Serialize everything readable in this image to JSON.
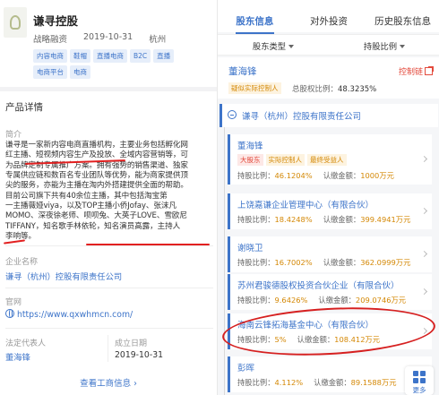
{
  "company": {
    "name": "谦寻控股",
    "round": "战略融资",
    "date": "2019-10-31",
    "city": "杭州",
    "tags": [
      "内容电商",
      "鞋帽",
      "直播电商",
      "B2C",
      "直播",
      "电商平台",
      "电商"
    ]
  },
  "details": {
    "section_title": "产品详情",
    "intro_label": "简介",
    "intro_lines": [
      "谦寻是一家新内容电商直播机构，主要业务包括孵化网",
      "红主播、短视频内容生产及投放、全域内容营销等，可",
      "为品牌定制专属推广方案。拥有强势的销售渠道、独家",
      "专属供应链和数百名专业团队等优势，能为商家提供顶",
      "尖的服务，亦能为主播在淘内外搭建提供全面的帮助。",
      "目前公司旗下共有40余位主播，其中包括淘宝第",
      "一主播薇娅viya，以及TOP主播小侨Jofay、张沫凡",
      "MOMO、深夜徐老师、呗呗兔、大英子LOVE、雪欧尼",
      "TIFFANY，知名歌手林依轮，知名演员高露，主持人",
      "李响等。"
    ],
    "company_label": "企业名称",
    "company_value": "谦寻（杭州）控股有限责任公司",
    "website_label": "官网",
    "website_value": "https://www.qxwhmcn.com/",
    "legal_rep_label": "法定代表人",
    "legal_rep_value": "董海锋",
    "founded_label": "成立日期",
    "founded_value": "2019-10-31",
    "more_link": "查看工商信息",
    "more_arrow": "›"
  },
  "right_panel": {
    "tabs": [
      "股东信息",
      "对外投资",
      "历史股东信息"
    ],
    "filters": [
      "股东类型",
      "持股比例"
    ],
    "controller": {
      "name": "董海锋",
      "link": "控制链",
      "tag": "疑似实际控制人",
      "ratio_label": "总股权比例：",
      "ratio_value": "48.3235%"
    },
    "root": "谦寻（杭州）控股有限责任公司",
    "pct_label": "持股比例：",
    "amt_label": "认缴金额：",
    "shareholders": [
      {
        "name": "董海锋",
        "tags": [
          {
            "text": "大股东",
            "style": "red"
          },
          {
            "text": "实际控制人",
            "style": "orange"
          },
          {
            "text": "最终受益人",
            "style": "orange"
          }
        ],
        "pct": "46.1204%",
        "amt": "1000万元"
      },
      {
        "name": "上饶嘉谦企业管理中心（有限合伙）",
        "tags": [],
        "pct": "18.4248%",
        "amt": "399.4941万元"
      },
      {
        "name": "谢晓卫",
        "tags": [],
        "pct": "16.7002%",
        "amt": "362.0999万元"
      },
      {
        "name": "苏州君骏德股权投资合伙企业（有限合伙）",
        "tags": [],
        "pct": "9.6426%",
        "amt": "209.0746万元"
      },
      {
        "name": "海南云锋拓海基金中心（有限合伙）",
        "tags": [],
        "pct": "5%",
        "amt": "108.412万元"
      },
      {
        "name": "彭晖",
        "tags": [],
        "pct": "4.112%",
        "amt": "89.1588万元"
      }
    ],
    "more_fab": "更多"
  },
  "colors": {
    "accent": "#3d74c9",
    "annotation": "#e22020",
    "warning": "#d48806",
    "danger": "#e34a3c"
  }
}
